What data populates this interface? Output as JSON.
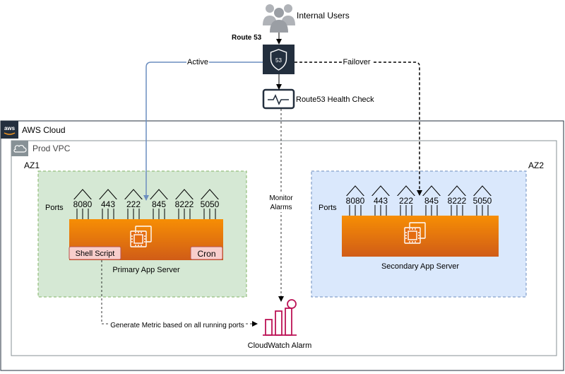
{
  "users": {
    "label": "Internal Users"
  },
  "route53": {
    "label": "Route 53",
    "badge": "53"
  },
  "health_check": {
    "label": "Route53 Health Check"
  },
  "flows": {
    "active": "Active",
    "failover": "Failover",
    "monitor_line1": "Monitor",
    "monitor_line2": "Alarms",
    "metric": "Generate Metric based on all running ports"
  },
  "aws_cloud": {
    "label": "AWS Cloud",
    "logo": "aws"
  },
  "vpc": {
    "label": "Prod VPC"
  },
  "az1": {
    "label": "AZ1",
    "ports_label": "Ports",
    "ports": [
      "8080",
      "443",
      "222",
      "845",
      "8222",
      "5050"
    ],
    "server_label": "Primary App Server",
    "shell_script": "Shell Script",
    "cron": "Cron"
  },
  "az2": {
    "label": "AZ2",
    "ports_label": "Ports",
    "ports": [
      "8080",
      "443",
      "222",
      "845",
      "8222",
      "5050"
    ],
    "server_label": "Secondary App Server"
  },
  "cloudwatch": {
    "label": "CloudWatch Alarm"
  },
  "colors": {
    "az1_fill": "#d5e8d4",
    "az1_border": "#82b366",
    "az2_fill": "#dae8fc",
    "az2_border": "#6c8ebf",
    "ec2_orange_top": "#f78e04",
    "ec2_orange_bottom": "#d05c17",
    "script_fill": "#f8cecc",
    "script_border": "#b85450",
    "active_line": "#6c8ebf",
    "cloudwatch": "#bc1356",
    "route53_fill": "#232f3e"
  }
}
